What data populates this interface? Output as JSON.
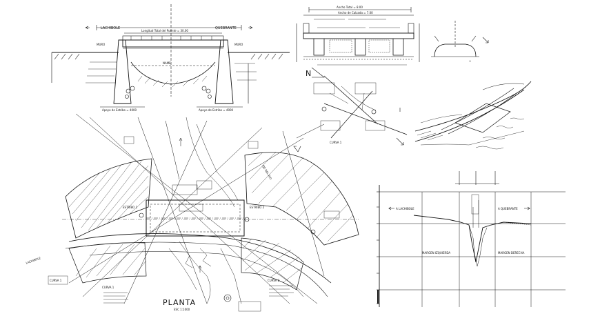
{
  "drawing": {
    "elevation": {
      "left_arrow": "LACHIBOLE",
      "right_arrow": "QUEBRANTE",
      "span_label": "Longitud Total del Puente = 30.00",
      "wall_left": "MURO",
      "wall_right": "MURO",
      "water_level": "NAME",
      "bottom_left": "Apoyo de Estribo = 4000",
      "bottom_right": "Apoyo de Estribo = 4000"
    },
    "section": {
      "title": "Ancho Total = 8.00",
      "subtitle": "Ancho de Calzada = 7.00"
    },
    "plan": {
      "title": "PLANTA",
      "scale": "ESC 1:1000",
      "left_road": "LACHIBOLE",
      "curve_left": "CURVA 1",
      "curve_right": "CURVA 2",
      "labels": [
        "ESTRIBO 1",
        "ESTRIBO 2",
        "EJE DEL RIO",
        "CURVA 1"
      ]
    },
    "profile": {
      "left_arrow": "A LACHIBOLE",
      "right_arrow": "A QUEBRANTE",
      "left_bank": "MARGEN IZQUIERDA",
      "right_bank": "MARGEN DERECHA"
    },
    "north_detail": {
      "north": "N",
      "curve": "CURVA 1"
    }
  }
}
